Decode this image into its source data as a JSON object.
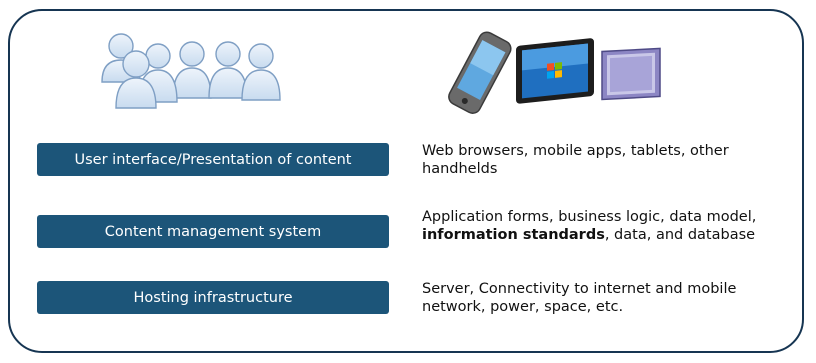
{
  "layers": [
    {
      "label": "User interface/Presentation of content",
      "description": "Web browsers, mobile apps, tablets, other handhelds"
    },
    {
      "label": "Content management system",
      "description_before": "Application forms, business logic, data model,",
      "description_bold": "information standards",
      "description_after": ", data, and database"
    },
    {
      "label": "Hosting infrastructure",
      "description": "Server, Connectivity to internet and mobile network, power, space, etc."
    }
  ],
  "icons": {
    "users": "people-group-icon",
    "devices": "mobile-devices-icon"
  },
  "colors": {
    "frame_border": "#163552",
    "layer_fill": "#1c5579",
    "layer_text": "#ffffff"
  }
}
